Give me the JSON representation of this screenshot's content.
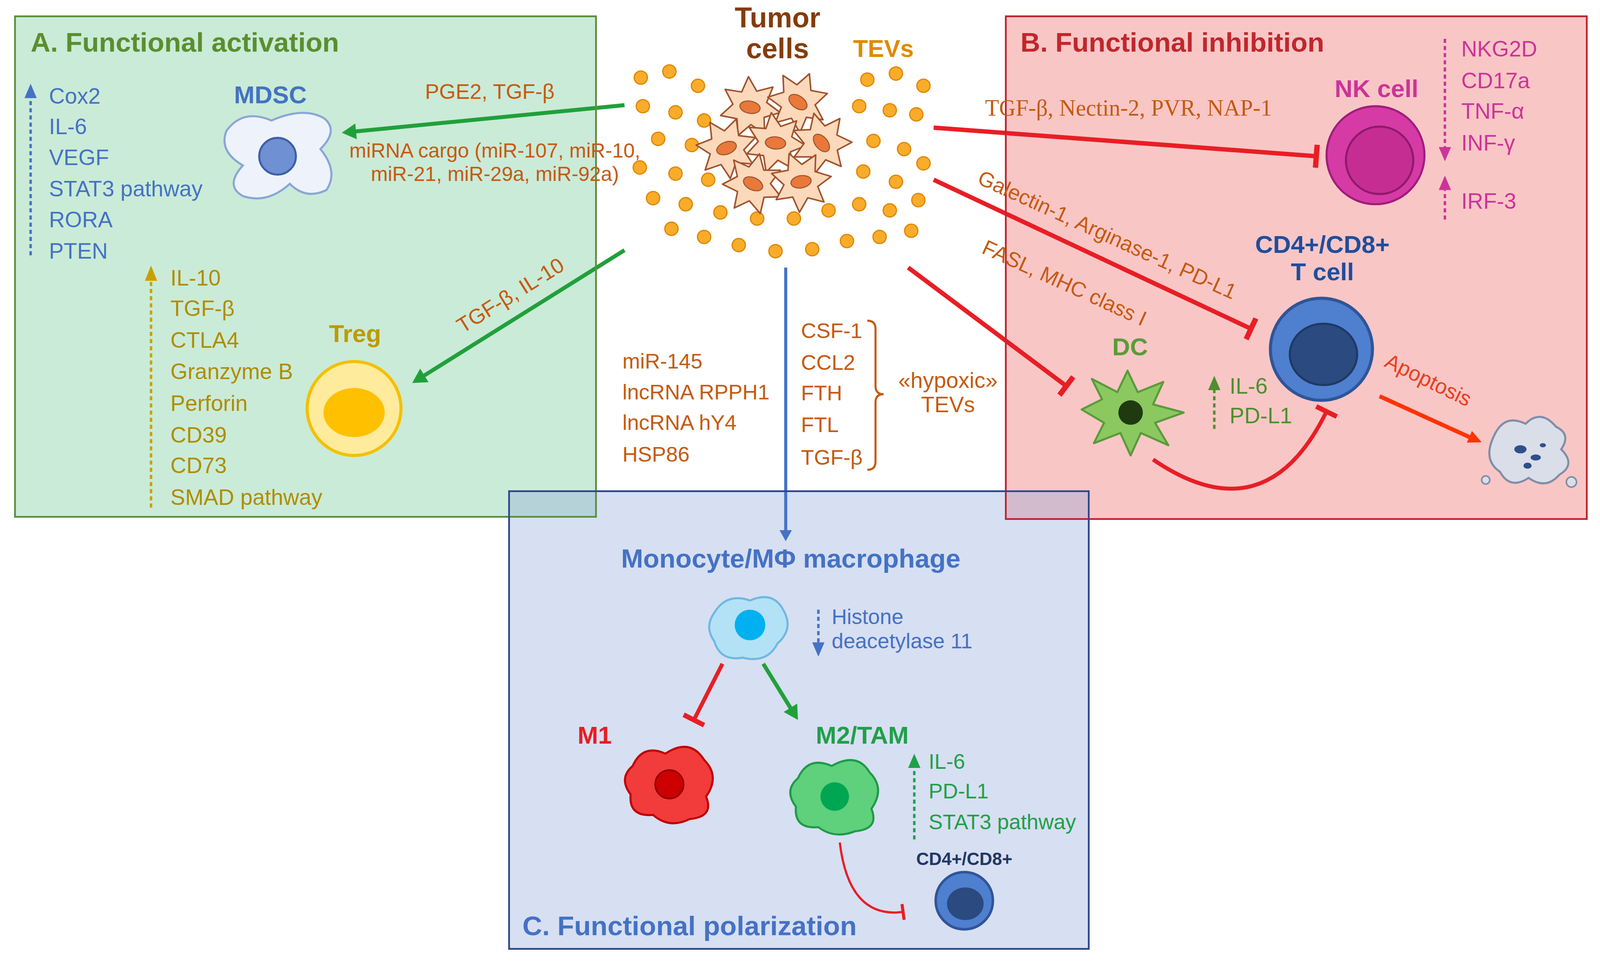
{
  "diagram": {
    "nodes": [
      {
        "text": [
          "Tumor cells",
          "TEVs"
        ]
      },
      {
        "text": [
          "A. Functional activation"
        ]
      },
      {
        "text": [
          "MDSC"
        ],
        "in": 1
      },
      {
        "text": [
          "Treg"
        ],
        "in": 1
      },
      {
        "text": [
          "B. Functional inhibition"
        ]
      },
      {
        "text": [
          "NK cell"
        ],
        "in": 4
      },
      {
        "text": [
          "CD4+/CD8+ T cell"
        ],
        "in": 4
      },
      {
        "text": [
          "DC"
        ],
        "in": 4
      },
      {
        "text": [
          "C. Functional polarization"
        ]
      },
      {
        "text": [
          "Monocyte/MΦ macrophage"
        ],
        "in": 8
      },
      {
        "text": [
          "M1"
        ],
        "in": 8
      },
      {
        "text": [
          "M2/TAM"
        ],
        "in": 8
      },
      {
        "text": [
          "CD4+/CD8+"
        ],
        "in": 8
      }
    ],
    "edges": [
      {
        "from": 0,
        "to": 2,
        "arrow": "to",
        "label": "PGE2, TGF-β"
      },
      {
        "from": 0,
        "to": 3,
        "arrow": "to",
        "label": "TGF-β, IL-10"
      },
      {
        "from": 0,
        "to": 5,
        "arrow": "to",
        "label": "TGF-β, Nectin-2, PVR, NAP-1"
      },
      {
        "from": 0,
        "to": 6,
        "arrow": "to",
        "label": "Galectin-1, Arginase-1, PD-L1"
      },
      {
        "from": 0,
        "to": 7,
        "arrow": "to"
      },
      {
        "from": 7,
        "to": 6,
        "arrow": "to"
      },
      {
        "from": 0,
        "to": 9,
        "arrow": "to"
      },
      {
        "from": 9,
        "to": 10,
        "arrow": "to"
      },
      {
        "from": 9,
        "to": 11,
        "arrow": "to"
      },
      {
        "from": 11,
        "to": 12,
        "arrow": "to"
      }
    ],
    "labels": [
      "Cox2",
      "IL-6",
      "VEGF",
      "STAT3 pathway",
      "RORA",
      "PTEN",
      "miRNA cargo (miR-107, miR-10, miR-21, miR-29a, miR-92a)",
      "IL-10",
      "TGF-β",
      "CTLA4",
      "Granzyme B",
      "Perforin",
      "CD39",
      "CD73",
      "SMAD pathway",
      "NKG2D",
      "CD17a",
      "TNF-α",
      "INF-γ",
      "IRF-3",
      "FASL, MHC class I",
      "IL-6",
      "PD-L1",
      "Apoptosis",
      "miR-145",
      "lncRNA RPPH1",
      "lncRNA hY4",
      "HSP86",
      "CSF-1",
      "CCL2",
      "FTH",
      "FTL",
      "TGF-β",
      "«hypoxic» TEVs",
      "Histone deacetylase 11",
      "IL-6",
      "PD-L1",
      "STAT3 pathway"
    ]
  }
}
